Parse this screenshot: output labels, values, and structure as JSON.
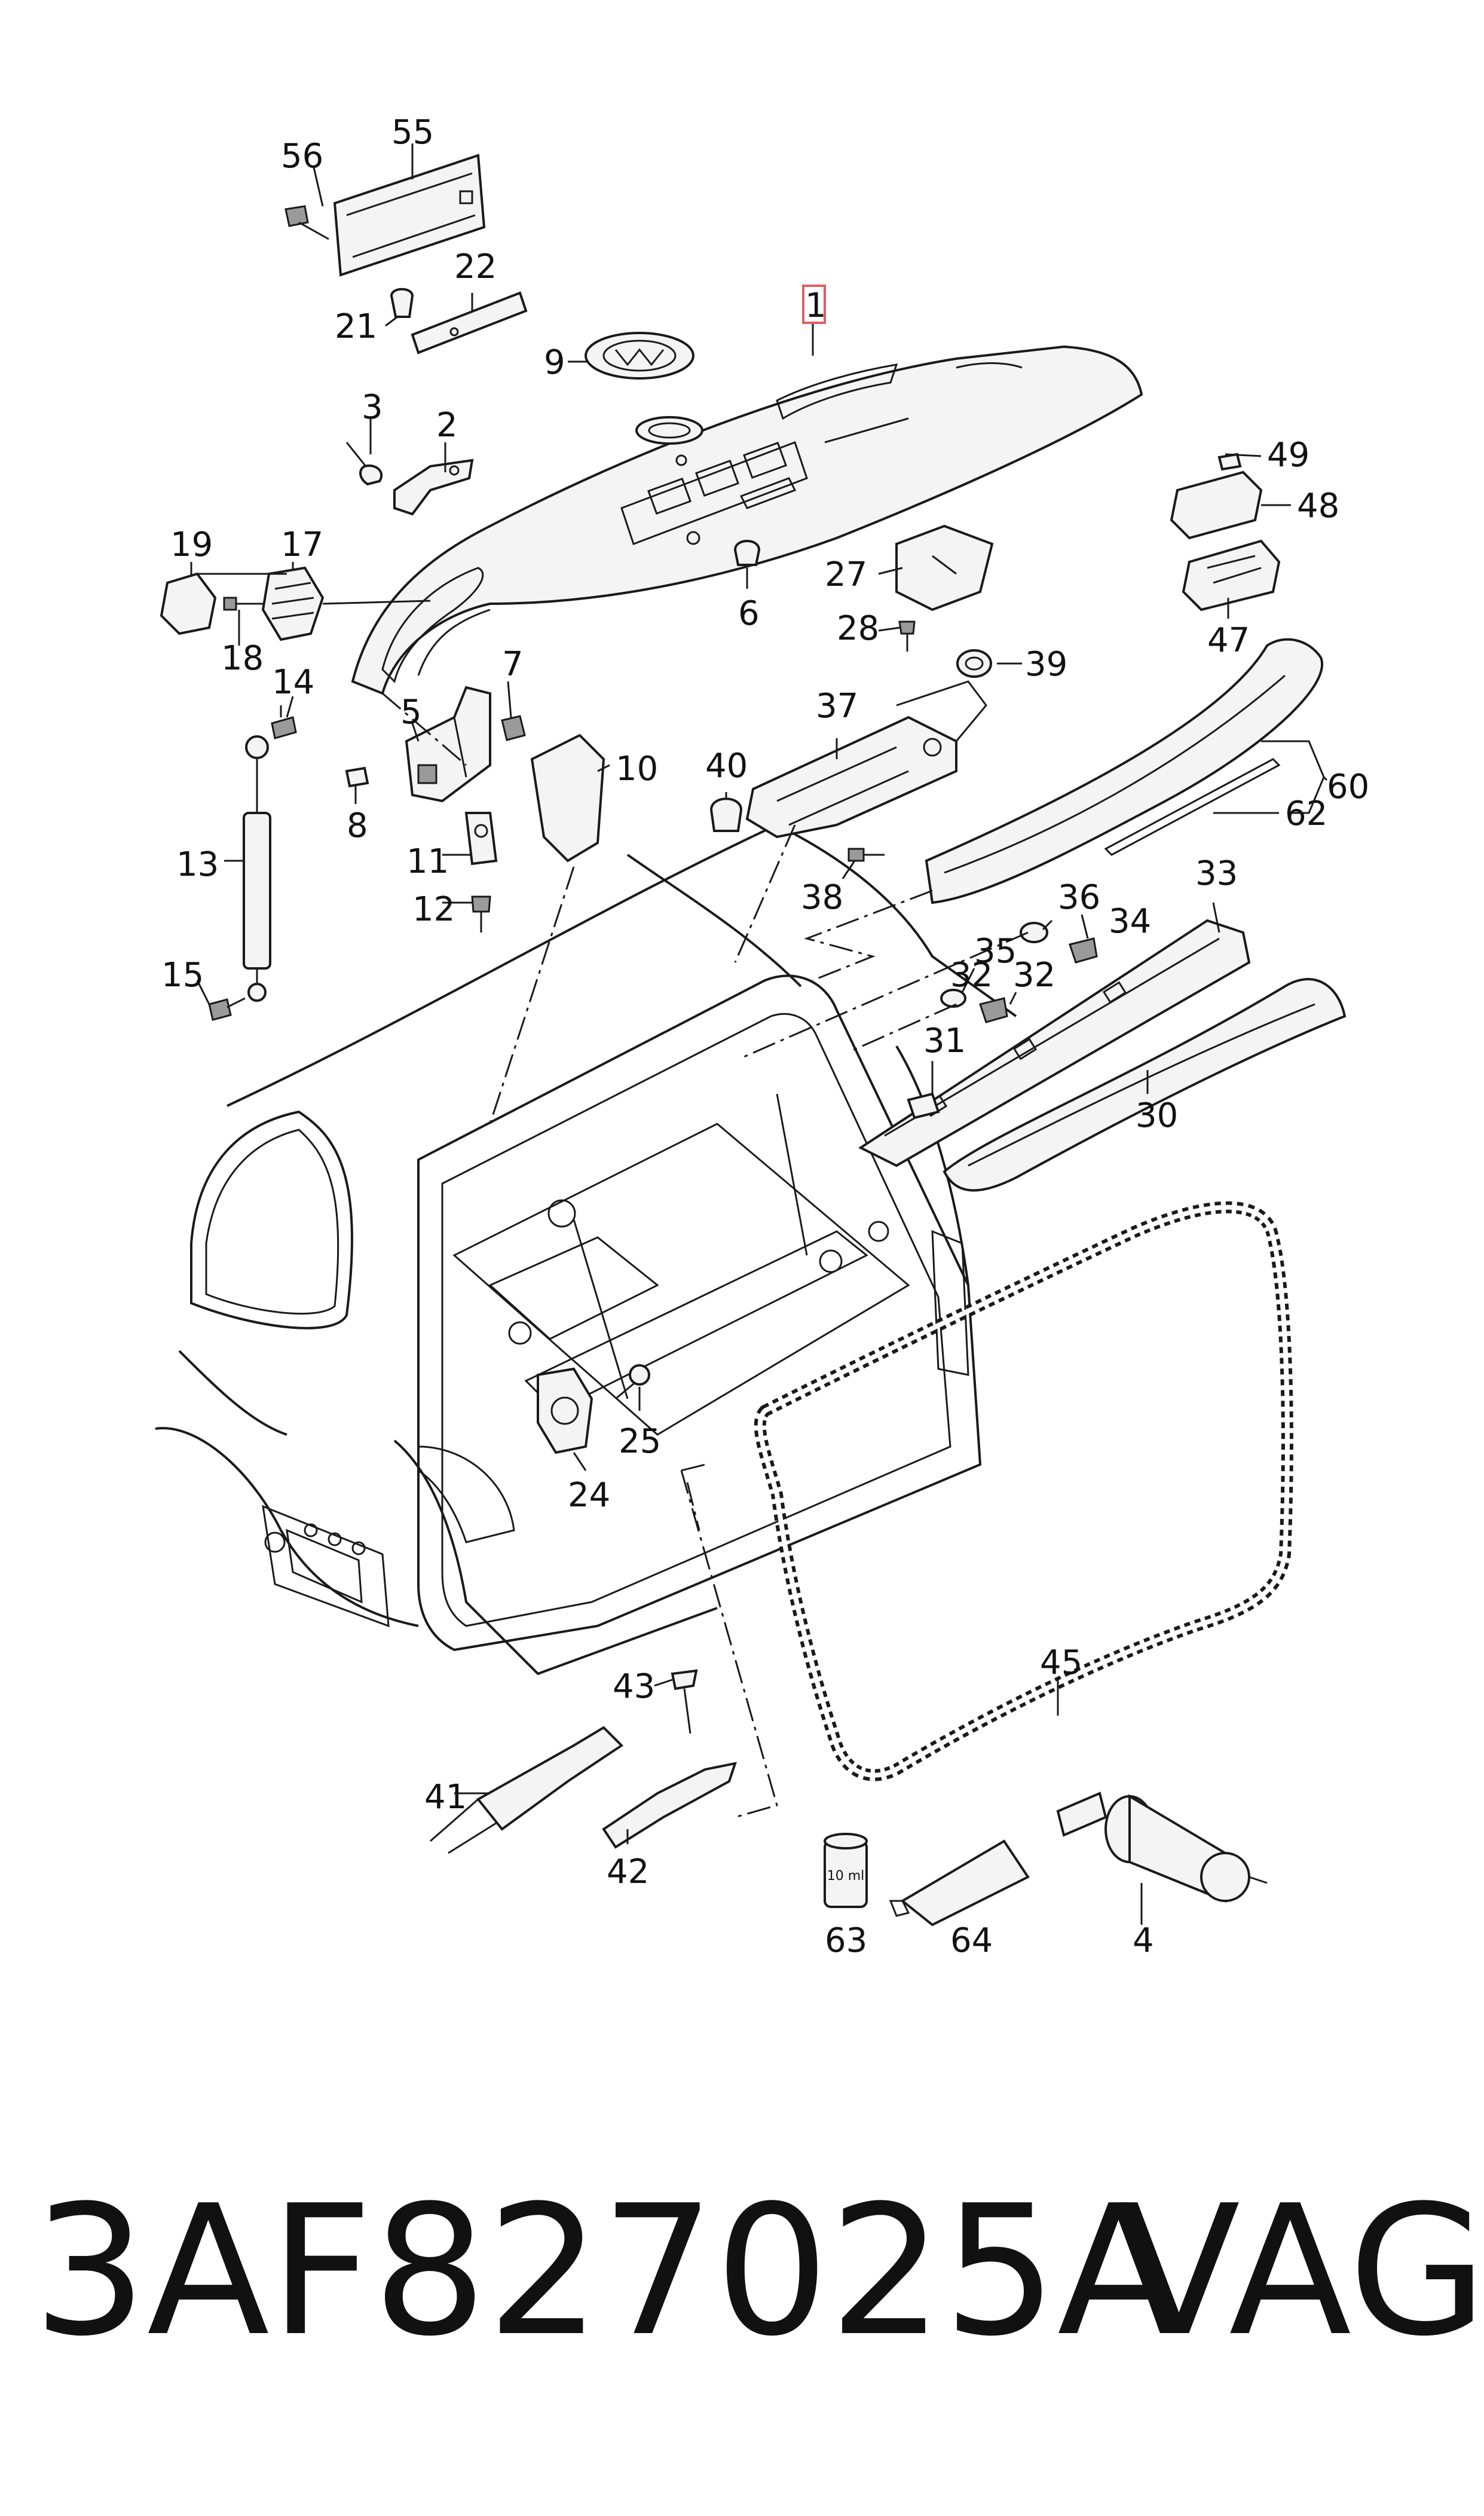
{
  "diagram": {
    "highlight_color": "#e06060",
    "line_color": "#1a1a1a",
    "callouts": {
      "c1": "1",
      "c2": "2",
      "c3": "3",
      "c4": "4",
      "c5": "5",
      "c6": "6",
      "c7": "7",
      "c8": "8",
      "c9": "9",
      "c10": "10",
      "c11": "11",
      "c12": "12",
      "c13": "13",
      "c14": "14",
      "c15": "15",
      "c17": "17",
      "c18": "18",
      "c19": "19",
      "c21": "21",
      "c22": "22",
      "c24": "24",
      "c25": "25",
      "c27": "27",
      "c28": "28",
      "c30": "30",
      "c31": "31",
      "c32a": "32",
      "c32b": "32",
      "c33": "33",
      "c34": "34",
      "c35": "35",
      "c36": "36",
      "c37": "37",
      "c38": "38",
      "c39": "39",
      "c40": "40",
      "c41": "41",
      "c42": "42",
      "c43": "43",
      "c45": "45",
      "c47": "47",
      "c48": "48",
      "c49": "49",
      "c55": "55",
      "c56": "56",
      "c60": "60",
      "c62": "62",
      "c63": "63",
      "c64": "64"
    },
    "bottle_label": "10 ml"
  },
  "footer": {
    "part_number": "3AF827025A",
    "brand": "VAG"
  }
}
